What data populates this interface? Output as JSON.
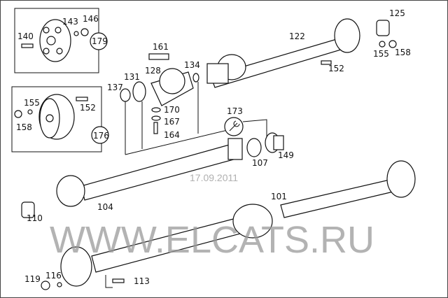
{
  "diagram": {
    "watermark": "WWW.ELCATS.RU",
    "date": "17.09.2011",
    "labels": {
      "p125": "125",
      "p122": "122",
      "p158a": "158",
      "p155a": "155",
      "p152a": "152",
      "p161": "161",
      "p140": "140",
      "p143": "143",
      "p146": "146",
      "p179": "179",
      "p131": "131",
      "p128": "128",
      "p134": "134",
      "p137": "137",
      "p155b": "155",
      "p152b": "152",
      "p158b": "158",
      "p176": "176",
      "p170": "170",
      "p167": "167",
      "p164": "164",
      "p173": "173",
      "p107": "107",
      "p149": "149",
      "p104": "104",
      "p110": "110",
      "p101": "101",
      "p119": "119",
      "p116": "116",
      "p113": "113"
    }
  }
}
